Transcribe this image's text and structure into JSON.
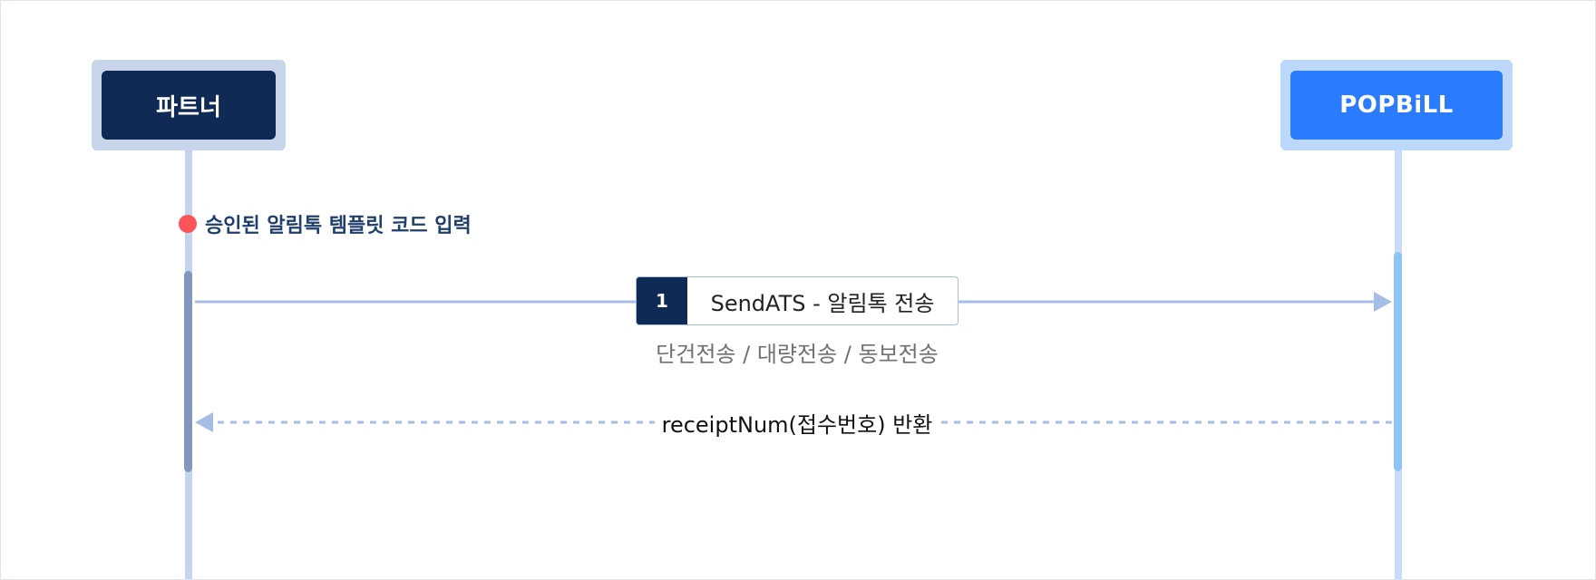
{
  "participants": {
    "partner": {
      "label": "파트너"
    },
    "popbill": {
      "label": "POPBiLL"
    }
  },
  "note": {
    "text": "승인된 알림톡 템플릿 코드 입력"
  },
  "messages": [
    {
      "number": "1",
      "label": "SendATS - 알림톡 전송",
      "sub": "단건전송 / 대량전송 / 동보전송"
    }
  ],
  "returns": [
    {
      "label": "receiptNum(접수번호) 반환"
    }
  ],
  "colors": {
    "navy": "#0f2a55",
    "brand_blue": "#2b7bfe",
    "note_dot": "#fc5459",
    "arrow": "#a6bde6"
  }
}
